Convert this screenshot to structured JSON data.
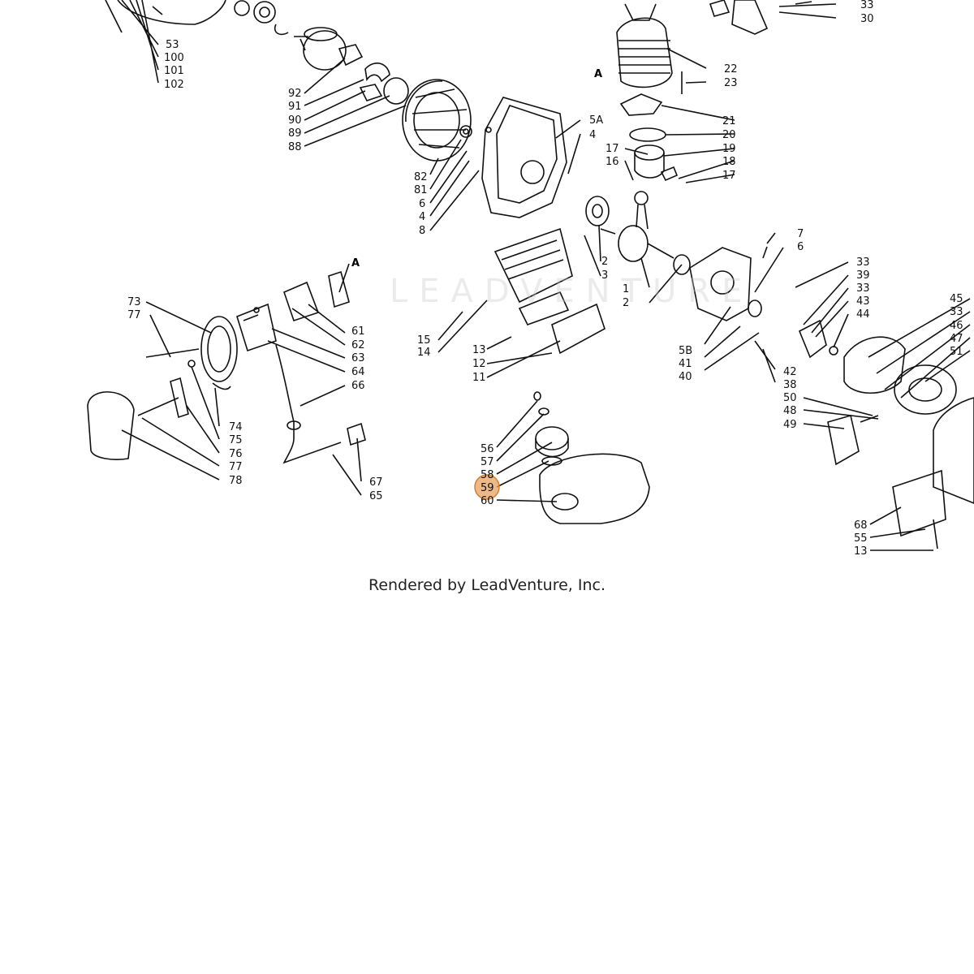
{
  "diagram": {
    "watermark": "LEADVENTURE",
    "credit": "Rendered by LeadVenture, Inc.",
    "section_markers": [
      "A",
      "A"
    ],
    "highlight_color": "#e8a060",
    "callouts": {
      "c53": "53",
      "c100": "100",
      "c101": "101",
      "c102": "102",
      "c92": "92",
      "c91": "91",
      "c90": "90",
      "c89": "89",
      "c88": "88",
      "c82": "82",
      "c81": "81",
      "c6a": "6",
      "c4a": "4",
      "c8": "8",
      "c5A": "5A",
      "c4b": "4",
      "c17a": "17",
      "c16": "16",
      "c22": "22",
      "c23": "23",
      "c21": "21",
      "c20": "20",
      "c19": "19",
      "c18": "18",
      "c17b": "17",
      "c33a": "33",
      "c30": "30",
      "c7": "7",
      "c6b": "6",
      "c2a": "2",
      "c3": "3",
      "c1": "1",
      "c2b": "2",
      "c73": "73",
      "c77a": "77",
      "c61": "61",
      "c62": "62",
      "c63": "63",
      "c64": "64",
      "c66": "66",
      "c74": "74",
      "c75": "75",
      "c76": "76",
      "c77b": "77",
      "c78": "78",
      "c67": "67",
      "c65": "65",
      "c15": "15",
      "c14": "14",
      "c13a": "13",
      "c12": "12",
      "c11": "11",
      "c56": "56",
      "c57": "57",
      "c58": "58",
      "c59": "59",
      "c60": "60",
      "c33b": "33",
      "c39": "39",
      "c33c": "33",
      "c43": "43",
      "c44": "44",
      "c5B": "5B",
      "c41": "41",
      "c40": "40",
      "c42": "42",
      "c38": "38",
      "c45": "45",
      "c33d": "33",
      "c46": "46",
      "c47": "47",
      "c51": "51",
      "c50": "50",
      "c48": "48",
      "c49": "49",
      "c68": "68",
      "c55": "55",
      "c13b": "13"
    }
  }
}
